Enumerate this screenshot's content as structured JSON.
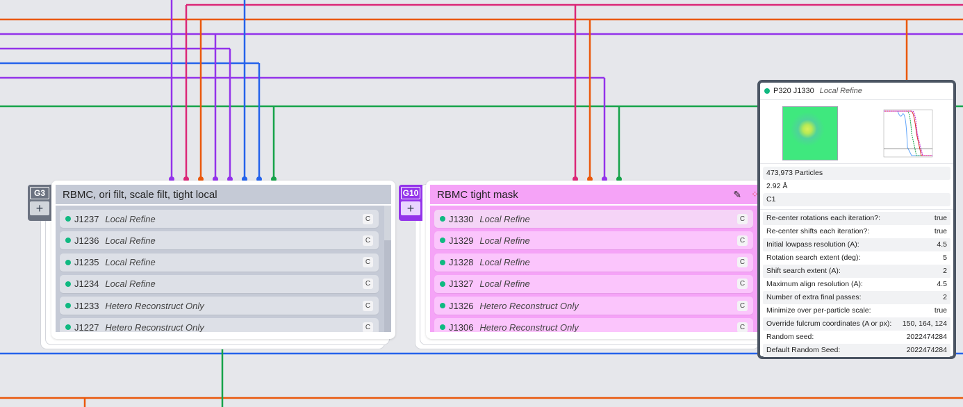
{
  "colors": {
    "purple": "#9333ea",
    "pink": "#db2777",
    "orange": "#ea580c",
    "blue": "#2563eb",
    "green": "#16a34a"
  },
  "groups": [
    {
      "tag": "G3",
      "title": "RBMC, ori filt, scale filt, tight local",
      "jobs": [
        {
          "id": "J1237",
          "type": "Local Refine",
          "badge": "C"
        },
        {
          "id": "J1236",
          "type": "Local Refine",
          "badge": "C"
        },
        {
          "id": "J1235",
          "type": "Local Refine",
          "badge": "C"
        },
        {
          "id": "J1234",
          "type": "Local Refine",
          "badge": "C"
        },
        {
          "id": "J1233",
          "type": "Hetero Reconstruct Only",
          "badge": "C"
        },
        {
          "id": "J1227",
          "type": "Hetero Reconstruct Only",
          "badge": "C"
        }
      ]
    },
    {
      "tag": "G10",
      "title": "RBMC tight mask",
      "jobs": [
        {
          "id": "J1330",
          "type": "Local Refine",
          "badge": "C"
        },
        {
          "id": "J1329",
          "type": "Local Refine",
          "badge": "C"
        },
        {
          "id": "J1328",
          "type": "Local Refine",
          "badge": "C"
        },
        {
          "id": "J1327",
          "type": "Local Refine",
          "badge": "C"
        },
        {
          "id": "J1326",
          "type": "Hetero Reconstruct Only",
          "badge": "C"
        },
        {
          "id": "J1306",
          "type": "Hetero Reconstruct Only",
          "badge": "C"
        }
      ]
    }
  ],
  "tooltip": {
    "title": "P320 J1330",
    "type": "Local Refine",
    "particles": "473,973 Particles",
    "resolution": "2.92 Å",
    "symmetry": "C1",
    "params": [
      {
        "k": "Re-center rotations each iteration?:",
        "v": "true"
      },
      {
        "k": "Re-center shifts each iteration?:",
        "v": "true"
      },
      {
        "k": "Initial lowpass resolution (A):",
        "v": "4.5"
      },
      {
        "k": "Rotation search extent (deg):",
        "v": "5"
      },
      {
        "k": "Shift search extent (A):",
        "v": "2"
      },
      {
        "k": "Maximum align resolution (A):",
        "v": "4.5"
      },
      {
        "k": "Number of extra final passes:",
        "v": "2"
      },
      {
        "k": "Minimize over per-particle scale:",
        "v": "true"
      },
      {
        "k": "Override fulcrum coordinates (A or px):",
        "v": "150, 164, 124"
      },
      {
        "k": "Random seed:",
        "v": "2022474284"
      },
      {
        "k": "Default Random Seed:",
        "v": "2022474284"
      }
    ]
  }
}
